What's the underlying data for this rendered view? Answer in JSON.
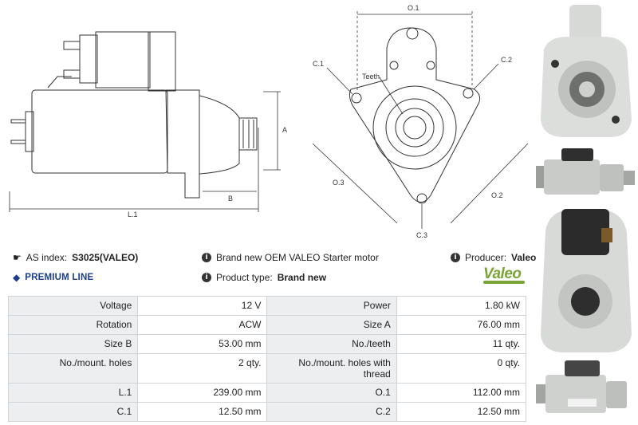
{
  "diagram": {
    "side_labels": {
      "a": "A",
      "b": "B",
      "l1": "L.1"
    },
    "front_labels": {
      "o1": "O.1",
      "o2": "O.2",
      "o3": "O.3",
      "c1": "C.1",
      "c2": "C.2",
      "c3": "C.3",
      "teeth": "Teeth"
    }
  },
  "info": {
    "as_index_label": "AS index:",
    "as_index_value": "S3025(VALEO)",
    "description": "Brand new OEM VALEO Starter motor",
    "producer_label": "Producer:",
    "producer_value": "Valeo",
    "premium_line": "PREMIUM LINE",
    "product_type_label": "Product type:",
    "product_type_value": "Brand new",
    "logo_text": "Valeo"
  },
  "specs": [
    [
      "Voltage",
      "12 V",
      "Power",
      "1.80 kW"
    ],
    [
      "Rotation",
      "ACW",
      "Size A",
      "76.00 mm"
    ],
    [
      "Size B",
      "53.00 mm",
      "No./teeth",
      "11 qty."
    ],
    [
      "No./mount. holes",
      "2 qty.",
      "No./mount. holes with thread",
      "0 qty."
    ],
    [
      "L.1",
      "239.00 mm",
      "O.1",
      "112.00 mm"
    ],
    [
      "C.1",
      "12.50 mm",
      "C.2",
      "12.50 mm"
    ]
  ],
  "colors": {
    "accent_green": "#7aa536",
    "premium_blue": "#1c3f8c",
    "table_label_bg": "#eceef0"
  }
}
